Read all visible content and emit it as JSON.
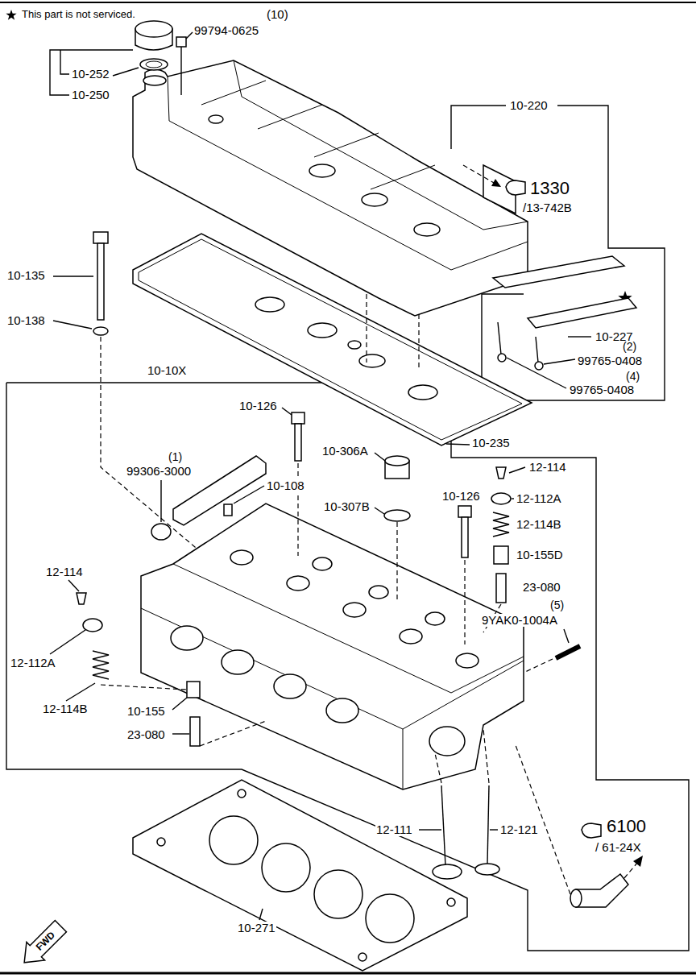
{
  "diagram": {
    "labels": [
      "(10)",
      "99794-0625",
      "10-252",
      "10-250",
      "10-220",
      "1330",
      "/13-742B",
      "10-135",
      "10-138",
      "10-227",
      "(2)",
      "99765-0408",
      "(4)",
      "99765-0408",
      "10-10X",
      "10-126",
      "10-306A",
      "10-235",
      "(1)",
      "99306-3000",
      "12-114",
      "10-108",
      "10-126",
      "10-307B",
      "12-112A",
      "12-114B",
      "10-155D",
      "12-114",
      "23-080",
      "(5)",
      "9YAK0-1004A",
      "12-112A",
      "12-114B",
      "10-155",
      "23-080",
      "6100",
      "/ 61-24X",
      "12-111",
      "12-121",
      "10-271",
      "FWD"
    ],
    "legend": [
      {
        "text": "This part is not serviced."
      }
    ]
  }
}
